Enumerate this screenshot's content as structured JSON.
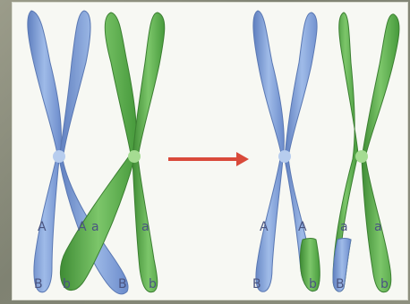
{
  "colors": {
    "blue_chromosome": "#7e9fd6",
    "blue_chromosome_dark": "#5f7fbf",
    "green_chromosome": "#5aa84a",
    "green_chromosome_dark": "#3f8c35",
    "arrow": "#d94a3a",
    "background": "#f7f8f3"
  },
  "before": {
    "blue_pair": {
      "left_alleles": [
        "A",
        "B"
      ],
      "right_alleles": [
        "A",
        "B"
      ]
    },
    "green_pair": {
      "left_alleles": [
        "a",
        "b"
      ],
      "right_alleles": [
        "a",
        "b"
      ]
    }
  },
  "after": {
    "blue_pair": {
      "left_alleles": [
        "A",
        "B"
      ],
      "right_alleles": [
        "A",
        "b"
      ]
    },
    "green_pair": {
      "left_alleles": [
        "a",
        "B"
      ],
      "right_alleles": [
        "a",
        "b"
      ]
    }
  },
  "arrow_icon": "right-arrow-icon"
}
